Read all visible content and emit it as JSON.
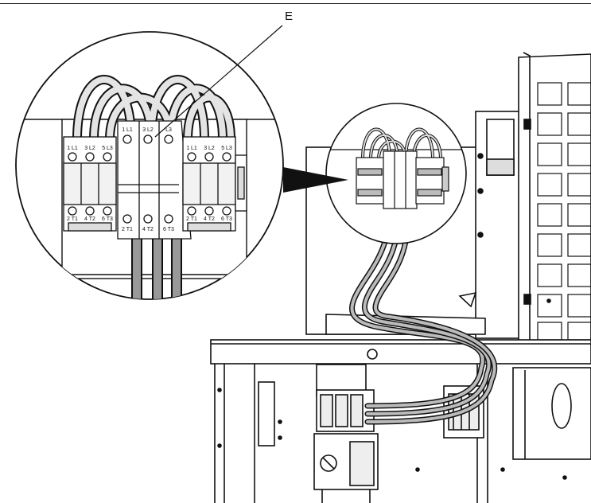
{
  "callout": {
    "label": "E"
  },
  "terminals": {
    "left_top": [
      "1 L1",
      "3 L2",
      "5 L3"
    ],
    "left_bottom": [
      "2 T1",
      "4 T2",
      "6 T3"
    ],
    "mid_top": [
      "1 L1",
      "3 L2",
      "L3"
    ],
    "mid_bottom": [
      "2 T1",
      "4 T2",
      "6 T3"
    ],
    "right_top": [
      "1 L1",
      "3 L2",
      "5 L3"
    ],
    "right_bottom": [
      "2 T1",
      "4 T2",
      "6 T3"
    ]
  }
}
